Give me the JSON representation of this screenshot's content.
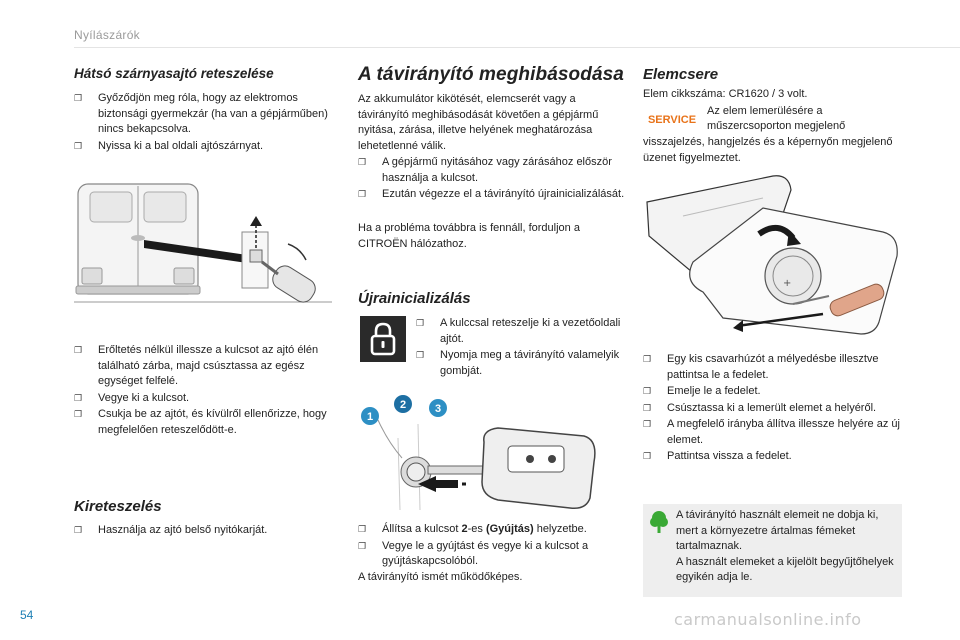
{
  "header": {
    "section_title": "Nyílászárók"
  },
  "page_number": "54",
  "watermark": "carmanualsonline.info",
  "col1": {
    "heading1": "Hátsó szárnyasajtó reteszelése",
    "bullets1": [
      "Győződjön meg róla, hogy az elektromos biztonsági gyermekzár (ha van a gépjárműben) nincs bekapcsolva.",
      "Nyissa ki a bal oldali ajtószárnyat."
    ],
    "bullets2": [
      "Erőltetés nélkül illessze a kulcsot az ajtó élén található zárba, majd csúsztassa az egész egységet felfelé.",
      "Vegye ki a kulcsot.",
      "Csukja be az ajtót, és kívülről ellenőrizze, hogy megfelelően reteszelődött-e."
    ],
    "heading2": "Kireteszelés",
    "bullets3": [
      "Használja az ajtó belső nyitókarját."
    ]
  },
  "col2": {
    "heading_main": "A távirányító meghibásodása",
    "intro": "Az akkumulátor kikötését, elemcserét vagy a távirányító meghibásodását követően a gépjármű nyitása, zárása, illetve helyének meghatározása lehetetlenné válik.",
    "bullets1": [
      "A gépjármű nyitásához vagy zárásához először használja a kulcsot.",
      "Ezután végezze el a távirányító újrainicializálását."
    ],
    "outro": "Ha a probléma továbbra is fennáll, forduljon a CITROËN hálózathoz.",
    "heading_reinit": "Újrainicializálás",
    "bullets_reinit": [
      "A kulccsal reteszelje ki a vezetőoldali ajtót.",
      "Nyomja meg a távirányító valamelyik gombját."
    ],
    "step_labels": [
      "1",
      "2",
      "3"
    ],
    "ignition_bullet_pre": "Állítsa a kulcsot ",
    "ignition_bullet_bold1": "2",
    "ignition_bullet_mid": "-es ",
    "ignition_bullet_bold2": "(Gyújtás)",
    "ignition_bullet_post": " helyzetbe.",
    "bullet_remove": "Vegye le a gyújtást és vegye ki a kulcsot a gyújtáskapcsolóból.",
    "closing": "A távirányító ismét működőképes."
  },
  "col3": {
    "heading": "Elemcsere",
    "part_number": "Elem cikkszáma: CR1620 / 3 volt.",
    "service_label": "SERVICE",
    "service_text_1": "Az elem lemerülésére a",
    "service_text_2": "műszercsoporton megjelenő",
    "service_text_3": "visszajelzés, hangjelzés és a képernyőn megjelenő üzenet figyelmeztet.",
    "bullets": [
      "Egy kis csavarhúzót a mélyedésbe illesztve pattintsa le a fedelet.",
      "Emelje le a fedelet.",
      "Csúsztassa ki a lemerült elemet a helyéről.",
      "A megfelelő irányba állítva illessze helyére az új elemet.",
      "Pattintsa vissza a fedelet."
    ],
    "note": "A távirányító használt elemeit ne dobja ki, mert a környezetre ártalmas fémeket tartalmaznak.\nA használt elemeket a kijelölt begyűjtőhelyek egyikén adja le.",
    "colors": {
      "eco_green": "#3aa935",
      "service_orange": "#e8731a",
      "accent_blue": "#1d7fb4"
    }
  }
}
